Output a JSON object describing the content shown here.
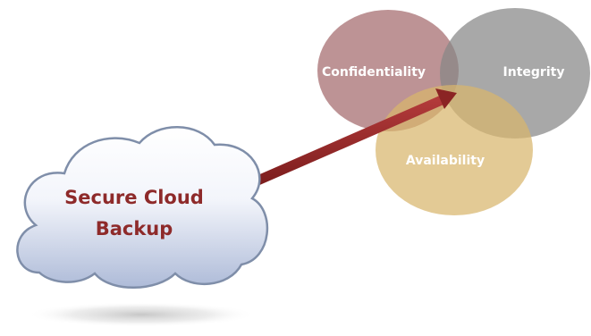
{
  "cloud": {
    "line1": "Secure Cloud",
    "line2": "Backup",
    "text_color": "#8e2a2a"
  },
  "circles": {
    "confidentiality": {
      "label": "Confidentiality",
      "color": "#a46a6c"
    },
    "integrity": {
      "label": "Integrity",
      "color": "#868686"
    },
    "availability": {
      "label": "Availability",
      "color": "#d8b56c"
    }
  },
  "arrow": {
    "color": "#8b2424"
  }
}
